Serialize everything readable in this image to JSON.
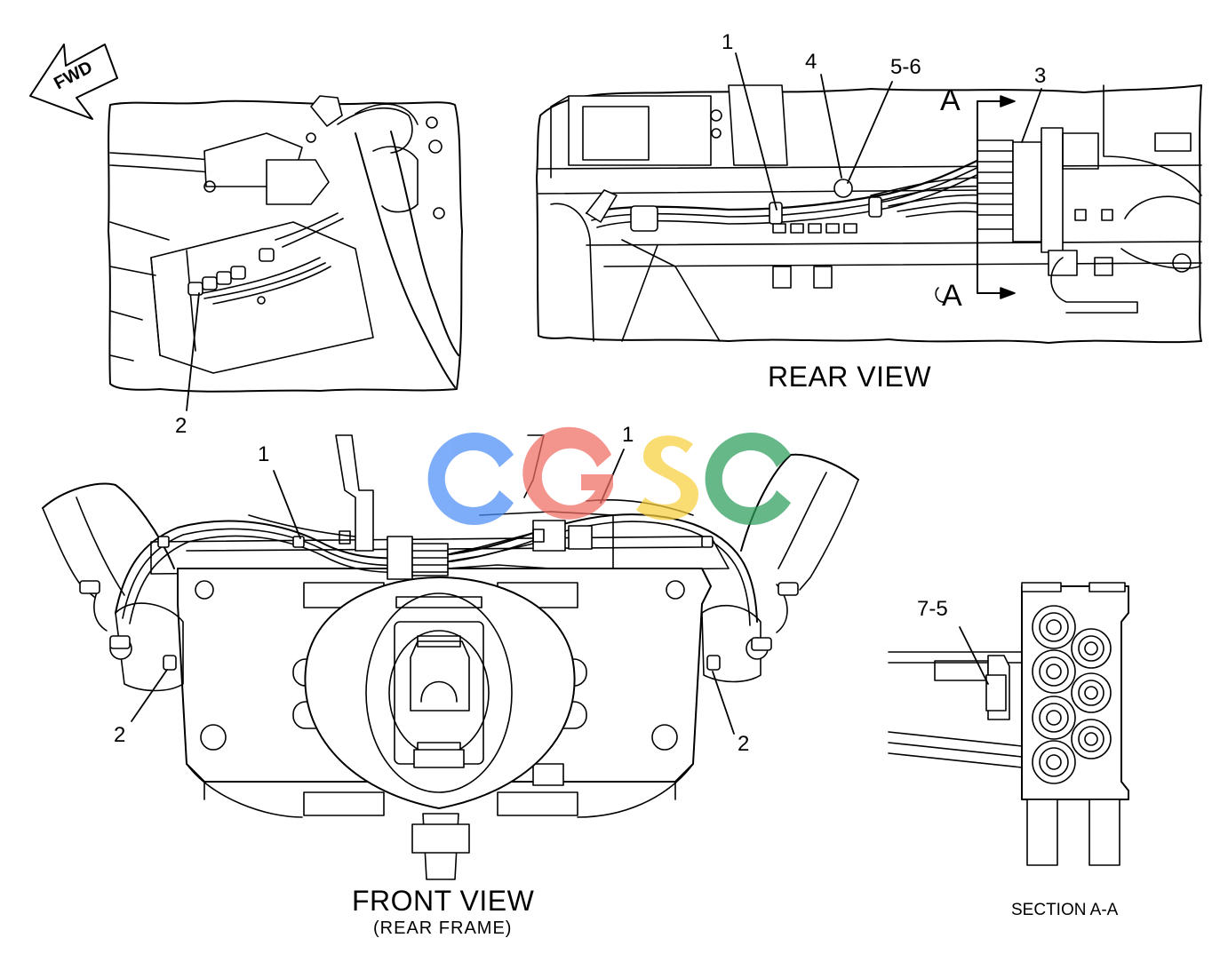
{
  "watermark": {
    "letters": [
      "C",
      "G",
      "S",
      "C"
    ],
    "colors": [
      "#4c8df6",
      "#ef6b62",
      "#f7cf3d",
      "#2e9e5b"
    ]
  },
  "fwd_arrow": {
    "text": "FWD"
  },
  "callouts": {
    "tl_2": "2",
    "rear_1": "1",
    "rear_4": "4",
    "rear_56": "5-6",
    "rear_3": "3",
    "front_1a": "1",
    "front_1b": "1",
    "front_2l": "2",
    "front_2r": "2",
    "sect_75": "7-5"
  },
  "section_letters": {
    "top": "A",
    "bottom": "A"
  },
  "views": {
    "rear": "REAR VIEW",
    "front": "FRONT VIEW",
    "front_sub": "(REAR FRAME)",
    "section": "SECTION A-A"
  },
  "colors": {
    "line": "#000000",
    "background": "#ffffff"
  }
}
